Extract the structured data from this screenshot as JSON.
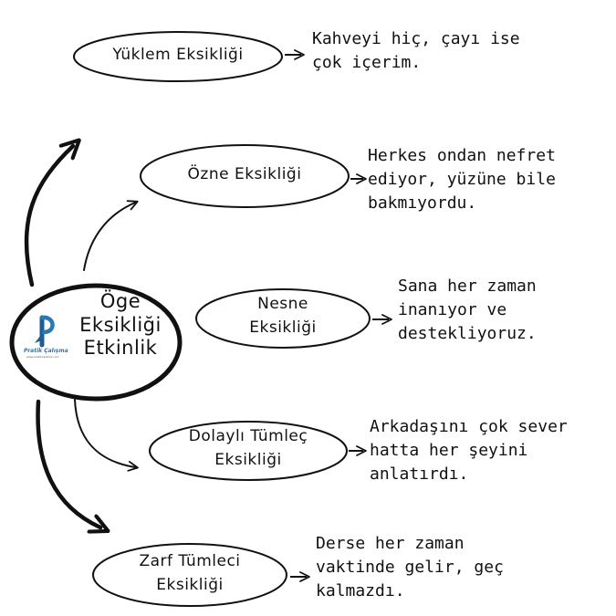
{
  "center": {
    "lines": [
      "Öge",
      "Eksikliği",
      "Etkinlik"
    ],
    "logo_text": "Pratik Çalışma",
    "logo_url": "www.pratikcalisma.com"
  },
  "items": [
    {
      "label": [
        "Yüklem Eksikliği"
      ],
      "example": [
        "Kahveyi hiç, çayı ise",
        "çok içerim."
      ]
    },
    {
      "label": [
        "Özne Eksikliği"
      ],
      "example": [
        "Herkes ondan nefret",
        "ediyor, yüzüne bile",
        "bakmıyordu."
      ]
    },
    {
      "label": [
        "Nesne",
        "Eksikliği"
      ],
      "example": [
        "Sana her zaman",
        "inanıyor ve",
        "destekliyoruz."
      ]
    },
    {
      "label": [
        "Dolaylı Tümleç",
        "Eksikliği"
      ],
      "example": [
        "Arkadaşını çok sever",
        "hatta her şeyini",
        "anlatırdı."
      ]
    },
    {
      "label": [
        "Zarf Tümleci",
        "Eksikliği"
      ],
      "example": [
        "Derse her zaman",
        "vaktinde gelir, geç",
        "kalmazdı."
      ]
    }
  ],
  "colors": {
    "ink": "#111111",
    "logo_blue": "#2b78b5"
  }
}
